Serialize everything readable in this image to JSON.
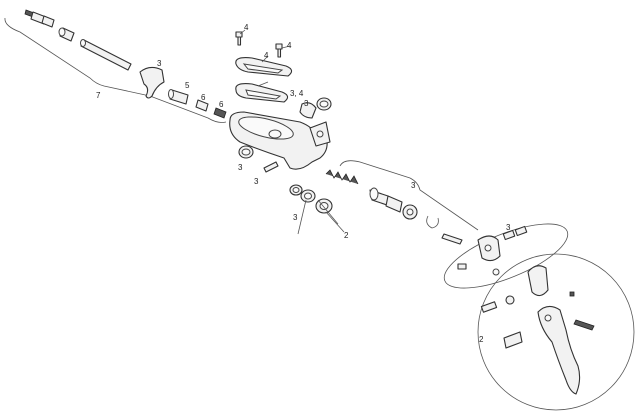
{
  "callouts": {
    "c7": "7",
    "c3_sleeve": "3",
    "c5": "5",
    "c6_a": "6",
    "c6_b": "6",
    "c4_a": "4",
    "c4_b": "4",
    "c4_c": "4",
    "c34": "3, 4",
    "c3_right_cap": "3",
    "c3_body_left": "3",
    "c3_pin": "3",
    "c3_washers": "3",
    "c2_washers": "2",
    "c3_piston": "3",
    "c3_pivot": "3",
    "c2_detail": "2"
  },
  "colors": {
    "outline": "#333333",
    "fill": "#f2f2f2",
    "background": "#ffffff"
  }
}
